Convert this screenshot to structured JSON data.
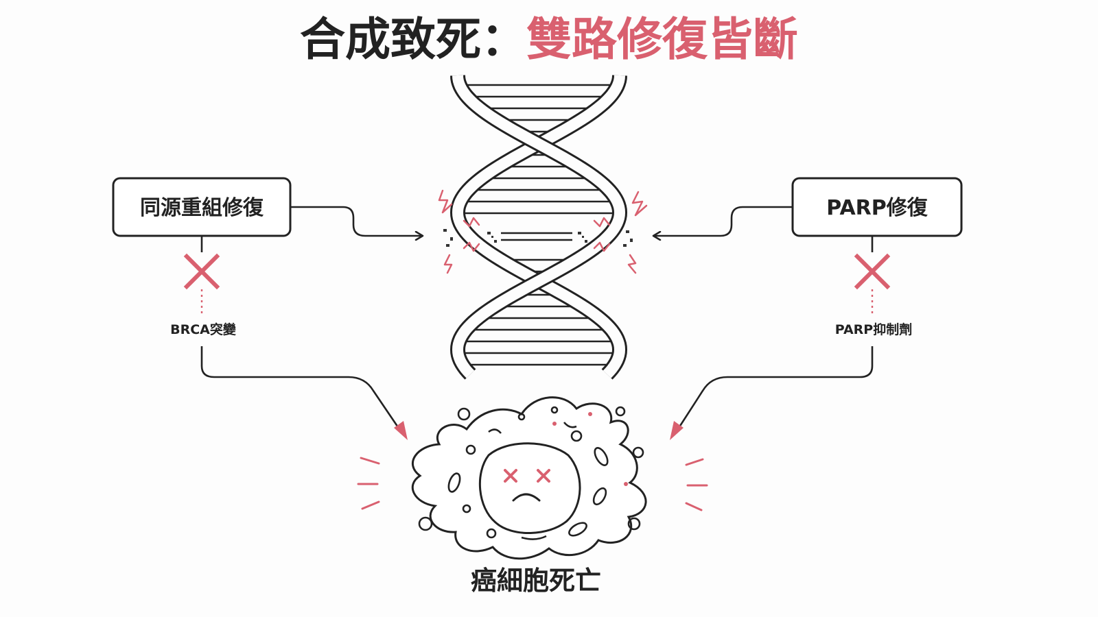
{
  "title": {
    "prefix": "合成致死：",
    "highlight": "雙路修復皆斷"
  },
  "left": {
    "box_label": "同源重組修復",
    "blocker_label": "BRCA突變"
  },
  "right": {
    "box_label": "PARP修復",
    "blocker_label": "PARP抑制劑"
  },
  "bottom": {
    "label": "癌細胞死亡"
  },
  "colors": {
    "ink": "#222222",
    "accent": "#d9606f"
  },
  "icons": [
    "dna-helix-icon",
    "cross-mark-icon",
    "lightning-icon",
    "dead-cell-icon"
  ]
}
